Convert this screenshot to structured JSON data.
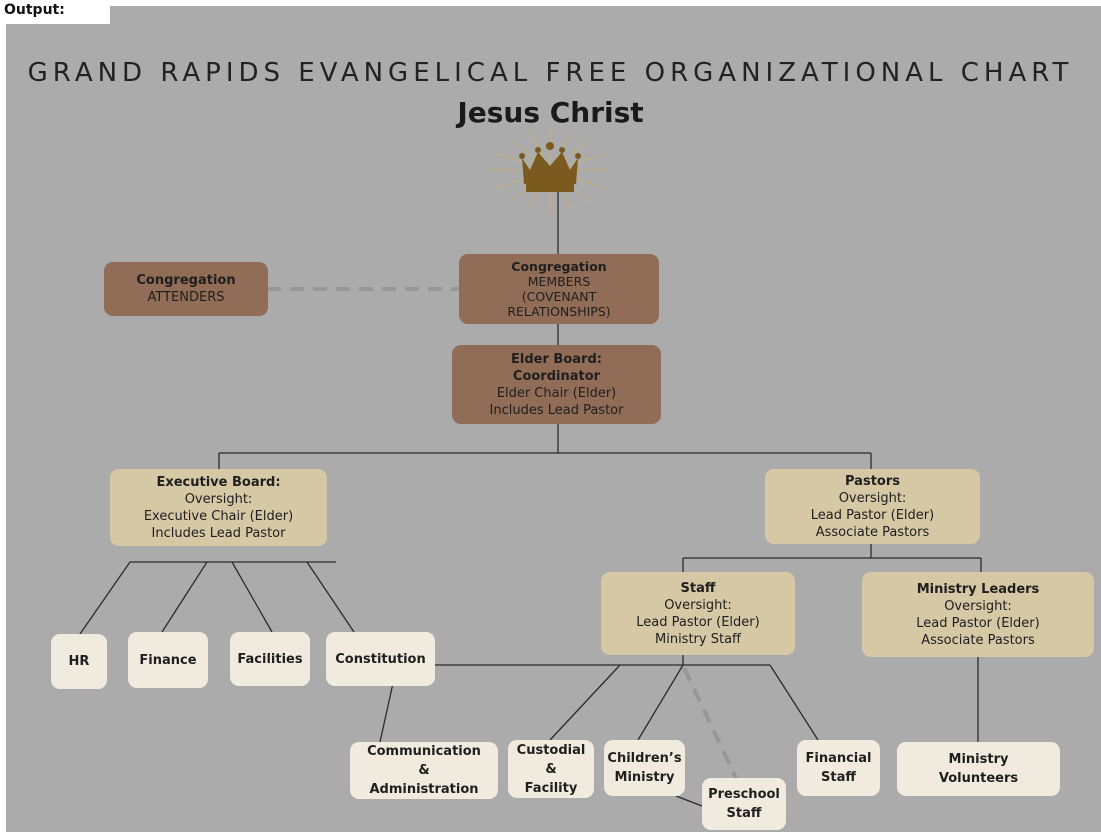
{
  "page_title": "GRAND RAPIDS EVANGELICAL FREE ORGANIZATIONAL CHART",
  "top_label": "Jesus Christ",
  "corner_label": "Output:",
  "colors": {
    "background": "#ababab",
    "dark_box": "#916c56",
    "mid_box": "#d6c7a5",
    "light_box": "#f1ebdf",
    "crown": "#7a5a1e"
  },
  "nodes": {
    "attenders": {
      "heading": "Congregation",
      "lines": [
        "ATTENDERS"
      ]
    },
    "members": {
      "heading": "Congregation",
      "lines": [
        "MEMBERS",
        "(COVENANT",
        "RELATIONSHIPS)"
      ]
    },
    "elder_board": {
      "heading_1": "Elder Board:",
      "heading_2": "Coordinator",
      "lines": [
        "Elder Chair (Elder)",
        "Includes Lead Pastor"
      ]
    },
    "executive_board": {
      "heading": "Executive Board:",
      "lines": [
        "Oversight:",
        "Executive Chair (Elder)",
        "Includes Lead Pastor"
      ]
    },
    "pastors": {
      "heading": "Pastors",
      "lines": [
        "Oversight:",
        "Lead Pastor (Elder)",
        "Associate Pastors"
      ]
    },
    "staff": {
      "heading": "Staff",
      "lines": [
        "Oversight:",
        "Lead Pastor (Elder)",
        "Ministry Staff"
      ]
    },
    "ministry_leaders": {
      "heading": "Ministry Leaders",
      "lines": [
        "Oversight:",
        "Lead Pastor (Elder)",
        "Associate Pastors"
      ]
    },
    "hr": {
      "lines": [
        "HR"
      ]
    },
    "finance": {
      "lines": [
        "Finance"
      ]
    },
    "facilities": {
      "lines": [
        "Facilities"
      ]
    },
    "constitution": {
      "lines": [
        "Constitution"
      ]
    },
    "communication": {
      "lines": [
        "Communication",
        "&",
        "Administration"
      ]
    },
    "custodial": {
      "lines": [
        "Custodial",
        "&",
        "Facility"
      ]
    },
    "childrens": {
      "lines": [
        "Children’s",
        "Ministry"
      ]
    },
    "preschool": {
      "lines": [
        "Preschool",
        "Staff"
      ]
    },
    "financial_staff": {
      "lines": [
        "Financial",
        "Staff"
      ]
    },
    "ministry_volunteers": {
      "lines": [
        "Ministry",
        "Volunteers"
      ]
    }
  }
}
